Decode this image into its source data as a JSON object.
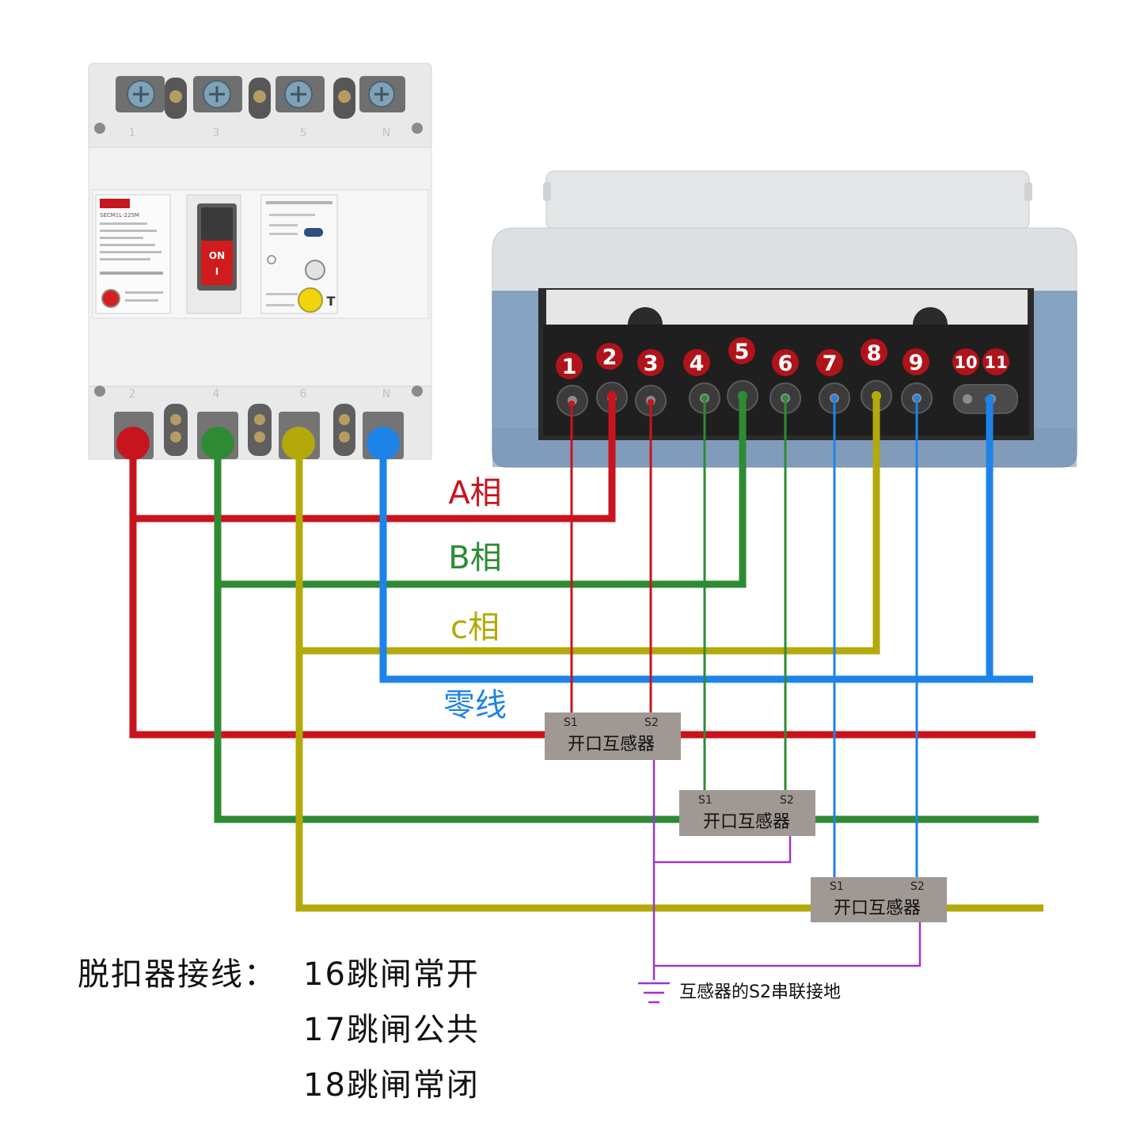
{
  "breaker": {
    "top_labels": [
      "1",
      "3",
      "5",
      "N"
    ],
    "bottom_labels": [
      "2",
      "4",
      "6",
      "N"
    ],
    "model": "SECM1L-225M",
    "handle_label": "ON",
    "handle_mark": "I",
    "test_button_label": "T"
  },
  "meter": {
    "terminals": [
      "1",
      "2",
      "3",
      "4",
      "5",
      "6",
      "7",
      "8",
      "9",
      "10",
      "11"
    ]
  },
  "phases": {
    "a": "A相",
    "b": "B相",
    "c": "c相",
    "n": "零线"
  },
  "transformers": [
    {
      "s1": "S1",
      "s2": "S2",
      "label": "开口互感器"
    },
    {
      "s1": "S1",
      "s2": "S2",
      "label": "开口互感器"
    },
    {
      "s1": "S1",
      "s2": "S2",
      "label": "开口互感器"
    }
  ],
  "ground_note": "互感器的S2串联接地",
  "trip_wiring": {
    "title": "脱扣器接线：",
    "items": [
      "16跳闸常开",
      "17跳闸公共",
      "18跳闸常闭"
    ]
  },
  "colors": {
    "phase_a": "#c8141c",
    "phase_b": "#2e8b34",
    "phase_c": "#b3a90a",
    "neutral": "#1e83e8",
    "ground": "#9b35d3",
    "transformer_box": "#9f9893",
    "terminal_badge": "#b0141a"
  }
}
